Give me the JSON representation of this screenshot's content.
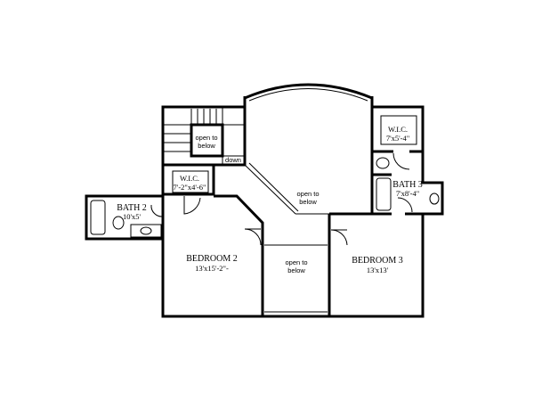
{
  "rooms": {
    "bedroom2": {
      "name": "BEDROOM 2",
      "size": "13'x15'-2\"-"
    },
    "bedroom3": {
      "name": "BEDROOM 3",
      "size": "13'x13'"
    },
    "bath2": {
      "name": "BATH 2",
      "size": "10'x5'"
    },
    "bath3": {
      "name": "BATH 3",
      "size": "7'x8'-4\""
    },
    "wic_left": {
      "name": "W.I.C.",
      "size": "7'-2\"x4'-6\""
    },
    "wic_right": {
      "name": "W.I.C.",
      "size": "7'x5'-4\""
    }
  },
  "open_areas": {
    "great_room": {
      "line1": "open to",
      "line2": "below"
    },
    "stair_void": {
      "line1": "open to",
      "line2": "below"
    },
    "center": {
      "line1": "open to",
      "line2": "below"
    }
  },
  "stair_label": "down"
}
